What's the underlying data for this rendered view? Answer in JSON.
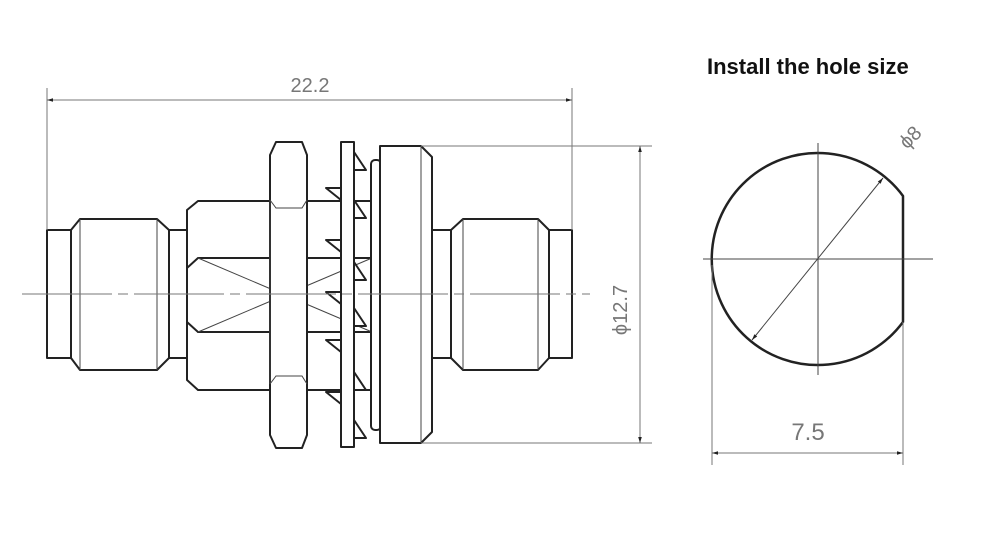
{
  "title": "Install the hole size",
  "dimensions": {
    "overall_length": "22.2",
    "flange_diameter": "ϕ12.7",
    "hole_diameter": "ϕ8",
    "hole_flat_width": "7.5"
  }
}
